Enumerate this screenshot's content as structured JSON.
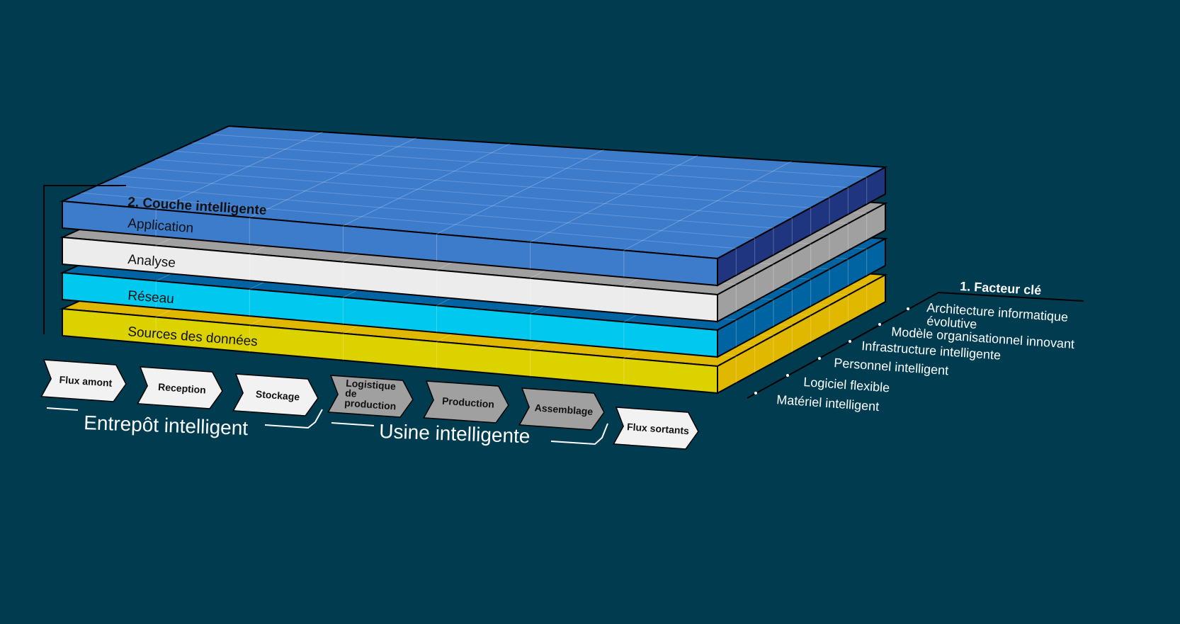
{
  "colors": {
    "background": "#003b50",
    "application": {
      "top": "#3d7bcb",
      "front": "#3d7bcb",
      "side": "#1f3580"
    },
    "analyse": {
      "top": "#a0a0a0",
      "front": "#ececec",
      "side": "#a0a0a0"
    },
    "reseau": {
      "top": "#0064a3",
      "front": "#00c8ee",
      "side": "#0064a3"
    },
    "sources": {
      "top": "#e0b800",
      "front": "#dcd200",
      "side": "#e0b800"
    }
  },
  "layers": {
    "title": "2. Couche intelligente",
    "items": [
      "Application",
      "Analyse",
      "Réseau",
      "Sources des données"
    ]
  },
  "process": {
    "steps": [
      "Flux amont",
      "Reception",
      "Stockage",
      "Logistique de production",
      "Production",
      "Assemblage",
      "Flux sortants"
    ],
    "logistique_lines": [
      "Logistique",
      "de",
      "production"
    ],
    "groups": [
      "Entrepôt intelligent",
      "Usine intelligente"
    ]
  },
  "factors": {
    "title": "1. Facteur clé",
    "items": [
      "Architecture informatique",
      "évolutive",
      "Modèle organisationnel innovant",
      "Infrastructure intelligente",
      "Personnel intelligent",
      "Logiciel flexible",
      "Matériel intelligent"
    ]
  }
}
